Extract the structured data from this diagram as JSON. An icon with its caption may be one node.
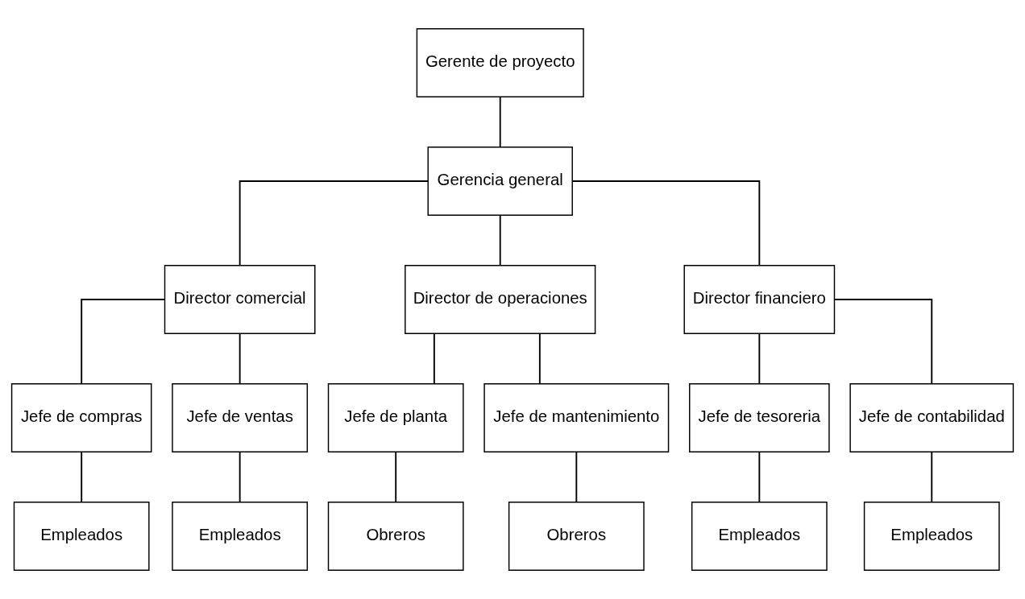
{
  "diagram": {
    "nodes": [
      {
        "text": [
          "Gerente de proyecto"
        ]
      },
      {
        "text": [
          "Gerencia general"
        ]
      },
      {
        "text": [
          "Director comercial"
        ]
      },
      {
        "text": [
          "Director de operaciones"
        ]
      },
      {
        "text": [
          "Director financiero"
        ]
      },
      {
        "text": [
          "Jefe de compras"
        ]
      },
      {
        "text": [
          "Jefe de ventas"
        ]
      },
      {
        "text": [
          "Jefe de planta"
        ]
      },
      {
        "text": [
          "Jefe de mantenimiento"
        ]
      },
      {
        "text": [
          "Jefe de tesoreria"
        ]
      },
      {
        "text": [
          "Jefe de contabilidad"
        ]
      },
      {
        "text": [
          "Empleados"
        ]
      },
      {
        "text": [
          "Empleados"
        ]
      },
      {
        "text": [
          "Obreros"
        ]
      },
      {
        "text": [
          "Obreros"
        ]
      },
      {
        "text": [
          "Empleados"
        ]
      },
      {
        "text": [
          "Empleados"
        ]
      }
    ],
    "edges": [
      {
        "from": 0,
        "to": 1,
        "arrow": "none"
      },
      {
        "from": 1,
        "to": 2,
        "arrow": "none"
      },
      {
        "from": 1,
        "to": 3,
        "arrow": "none"
      },
      {
        "from": 1,
        "to": 4,
        "arrow": "none"
      },
      {
        "from": 2,
        "to": 5,
        "arrow": "none"
      },
      {
        "from": 2,
        "to": 6,
        "arrow": "none"
      },
      {
        "from": 3,
        "to": 7,
        "arrow": "none"
      },
      {
        "from": 3,
        "to": 8,
        "arrow": "none"
      },
      {
        "from": 4,
        "to": 9,
        "arrow": "none"
      },
      {
        "from": 4,
        "to": 10,
        "arrow": "none"
      },
      {
        "from": 5,
        "to": 11,
        "arrow": "none"
      },
      {
        "from": 6,
        "to": 12,
        "arrow": "none"
      },
      {
        "from": 7,
        "to": 13,
        "arrow": "none"
      },
      {
        "from": 8,
        "to": 14,
        "arrow": "none"
      },
      {
        "from": 9,
        "to": 15,
        "arrow": "none"
      },
      {
        "from": 10,
        "to": 16,
        "arrow": "none"
      }
    ]
  }
}
